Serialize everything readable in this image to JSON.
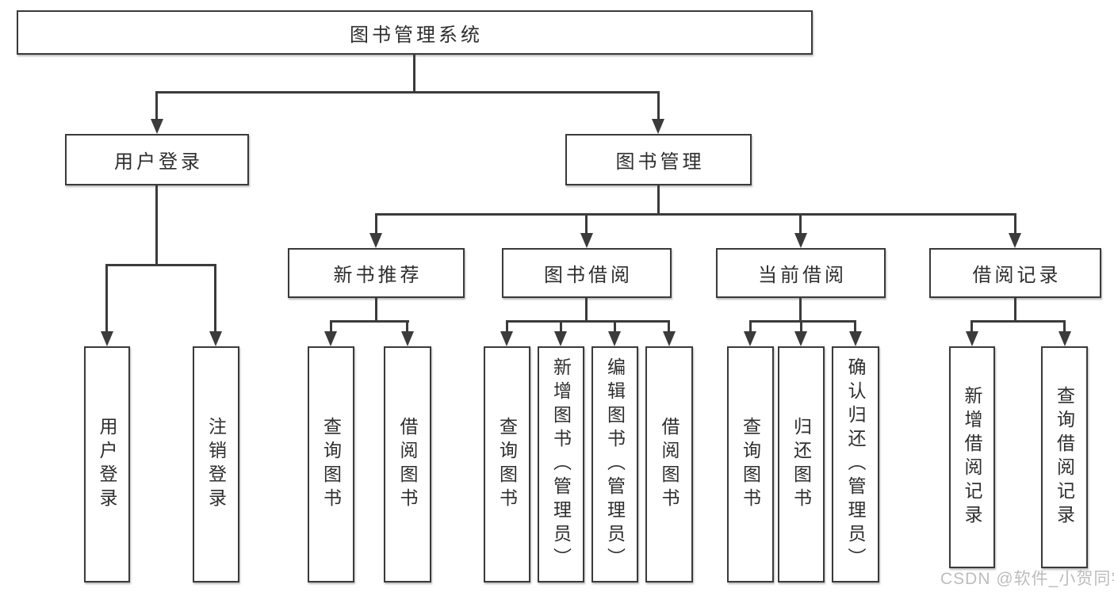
{
  "diagram": {
    "title_node": {
      "label": "图书管理系统"
    },
    "level2": {
      "login": {
        "label": "用户登录"
      },
      "book_mgmt": {
        "label": "图书管理"
      }
    },
    "level3": {
      "new_books": {
        "label": "新书推荐"
      },
      "borrow": {
        "label": "图书借阅"
      },
      "current": {
        "label": "当前借阅"
      },
      "records": {
        "label": "借阅记录"
      }
    },
    "leaves": {
      "user_login": {
        "label": "用户登录"
      },
      "logout": {
        "label": "注销登录"
      },
      "nb_query": {
        "label": "查询图书"
      },
      "nb_borrow": {
        "label": "借阅图书"
      },
      "bw_query": {
        "label": "查询图书"
      },
      "bw_add": {
        "label": "新增图书（管理员）"
      },
      "bw_edit": {
        "label": "编辑图书（管理员）"
      },
      "bw_borrow": {
        "label": "借阅图书"
      },
      "cur_query": {
        "label": "查询图书"
      },
      "cur_return": {
        "label": "归还图书"
      },
      "cur_confirm": {
        "label": "确认归还（管理员）"
      },
      "rec_add": {
        "label": "新增借阅记录"
      },
      "rec_query": {
        "label": "查询借阅记录"
      }
    },
    "edges": [
      [
        "title_node",
        "login"
      ],
      [
        "title_node",
        "book_mgmt"
      ],
      [
        "login",
        "user_login"
      ],
      [
        "login",
        "logout"
      ],
      [
        "book_mgmt",
        "new_books"
      ],
      [
        "book_mgmt",
        "borrow"
      ],
      [
        "book_mgmt",
        "current"
      ],
      [
        "book_mgmt",
        "records"
      ],
      [
        "new_books",
        "nb_query"
      ],
      [
        "new_books",
        "nb_borrow"
      ],
      [
        "borrow",
        "bw_query"
      ],
      [
        "borrow",
        "bw_add"
      ],
      [
        "borrow",
        "bw_edit"
      ],
      [
        "borrow",
        "bw_borrow"
      ],
      [
        "current",
        "cur_query"
      ],
      [
        "current",
        "cur_return"
      ],
      [
        "current",
        "cur_confirm"
      ],
      [
        "records",
        "rec_add"
      ],
      [
        "records",
        "rec_query"
      ]
    ],
    "watermark": "CSDN @软件_小贺同学",
    "colors": {
      "line": "#3b3b3b",
      "box_border": "#3a3a3a",
      "box_fill": "#ffffff",
      "text": "#2e2e2e",
      "watermark": "#bdbdbd",
      "background": "#ffffff"
    }
  }
}
